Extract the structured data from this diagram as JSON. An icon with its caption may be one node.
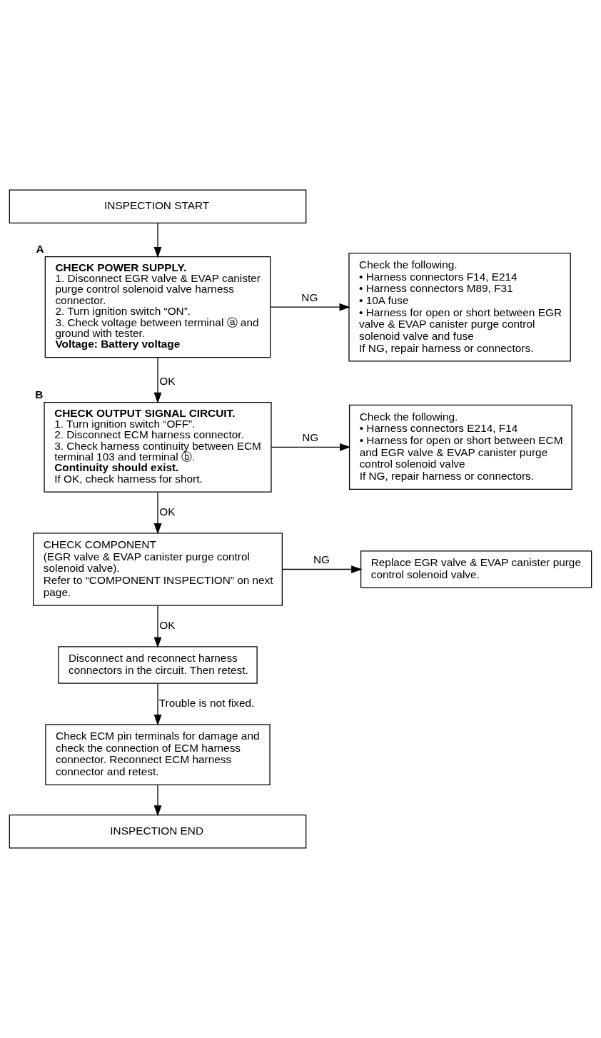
{
  "diagram": {
    "nodes": [
      {
        "text": [
          "INSPECTION START"
        ]
      },
      {
        "text": [
          "CHECK POWER SUPPLY.",
          "1. Disconnect EGR valve & EVAP canister purge control solenoid valve harness connector.",
          "2. Turn ignition switch “ON”.",
          "3. Check voltage between terminal ⓐ and ground with tester.",
          "Voltage: Battery voltage"
        ],
        "beside": [
          "A"
        ]
      },
      {
        "text": [
          "Check the following.",
          "• Harness connectors F14, E214",
          "• Harness connectors M89, F31",
          "• 10A fuse",
          "• Harness for open or short between EGR valve & EVAP canister purge control solenoid valve and fuse",
          "If NG, repair harness or connectors."
        ]
      },
      {
        "text": [
          "CHECK OUTPUT SIGNAL CIRCUIT.",
          "1. Turn ignition switch “OFF”.",
          "2. Disconnect ECM harness connector.",
          "3. Check harness continuity between ECM terminal 103 and terminal ⓑ.",
          "Continuity should exist.",
          "If OK, check harness for short."
        ],
        "beside": [
          "B"
        ]
      },
      {
        "text": [
          "Check the following.",
          "• Harness connectors E214, F14",
          "• Harness for open or short between ECM and EGR valve & EVAP canister purge control solenoid valve",
          "If NG, repair harness or connectors."
        ]
      },
      {
        "text": [
          "CHECK COMPONENT",
          "(EGR valve & EVAP canister purge control solenoid valve).",
          "Refer to “COMPONENT INSPECTION” on next page."
        ]
      },
      {
        "text": [
          "Replace EGR valve & EVAP canister purge control solenoid valve."
        ]
      },
      {
        "text": [
          "Disconnect and reconnect harness connectors in the circuit. Then retest."
        ]
      },
      {
        "text": [
          "Check ECM pin terminals for damage and check the connection of ECM harness connector. Reconnect ECM harness connector and retest."
        ]
      },
      {
        "text": [
          "INSPECTION END"
        ]
      }
    ],
    "edges": [
      {
        "from": 0,
        "to": 1,
        "arrow": "to"
      },
      {
        "from": 1,
        "to": 2,
        "arrow": "to",
        "label": "NG"
      },
      {
        "from": 1,
        "to": 3,
        "arrow": "to",
        "label": "OK"
      },
      {
        "from": 3,
        "to": 4,
        "arrow": "to",
        "label": "NG"
      },
      {
        "from": 3,
        "to": 5,
        "arrow": "to",
        "label": "OK"
      },
      {
        "from": 5,
        "to": 6,
        "arrow": "to",
        "label": "NG"
      },
      {
        "from": 5,
        "to": 7,
        "arrow": "to",
        "label": "OK"
      },
      {
        "from": 7,
        "to": 8,
        "arrow": "to",
        "label": "Trouble is not fixed."
      },
      {
        "from": 8,
        "to": 9,
        "arrow": "to"
      }
    ]
  }
}
